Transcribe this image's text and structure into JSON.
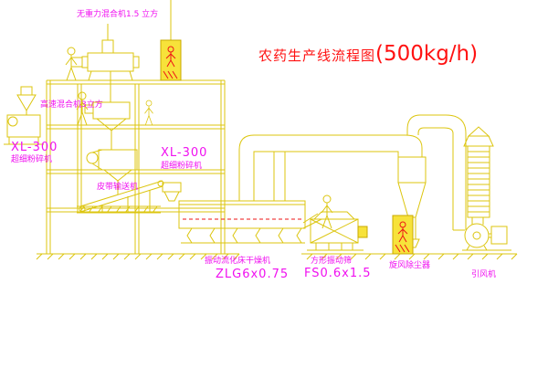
{
  "title": {
    "text": "农药生产线流程图",
    "capacity": "(500kg/h)"
  },
  "labels": {
    "gravity_mixer": "无重力混合机1.5 立方",
    "high_speed_mixer": "高速混合机3立方",
    "left_mill_model": "XL-300",
    "left_mill_name": "超细粉碎机",
    "center_mill_model": "XL-300",
    "center_mill_name": "超细粉碎机",
    "belt_conveyor": "皮带输送机",
    "dryer_name": "振动流化床干燥机",
    "dryer_model": "ZLG6x0.75",
    "sieve_name": "方形振动筛",
    "sieve_model": "FS0.6x1.5",
    "cyclone_name": "旋风除尘器",
    "fan_name": "引风机"
  },
  "colors": {
    "line_yellow": "#dcc50e",
    "label_magenta": "#f010f0",
    "title_red": "#ff1212",
    "detail_red": "#ee1515",
    "cabinet_fill": "#f7e23a",
    "background": "#ffffff"
  }
}
